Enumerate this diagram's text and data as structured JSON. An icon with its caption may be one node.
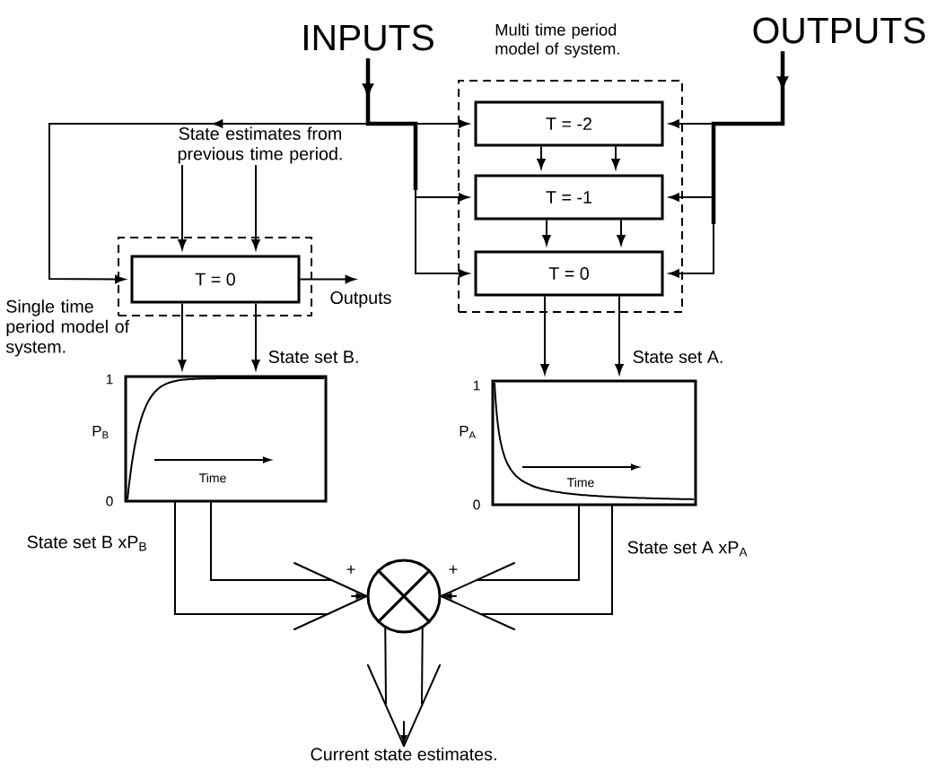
{
  "diagram": {
    "nodes": [
      {
        "text": [
          "INPUTS"
        ]
      },
      {
        "text": [
          "OUTPUTS"
        ]
      },
      {
        "text": [
          "Single time period model of system."
        ]
      },
      {
        "text": [
          "T = 0"
        ],
        "in": 2
      },
      {
        "text": [
          "Multi time period model of system."
        ]
      },
      {
        "text": [
          "T = -2"
        ],
        "in": 4
      },
      {
        "text": [
          "T = -1"
        ],
        "in": 4
      },
      {
        "text": [
          "T = 0"
        ],
        "in": 4
      },
      {
        "text": [
          "State estimates from previous time period."
        ]
      },
      {
        "text": [
          "Outputs"
        ]
      },
      {
        "text": [
          "1",
          "0",
          "P$_{B}$",
          "Time"
        ]
      },
      {
        "text": [
          "1",
          "0",
          "P$_{A}$",
          "Time"
        ]
      },
      {
        "text": [],
        "shape": "circle"
      },
      {
        "text": [
          "Current state estimates."
        ]
      }
    ],
    "edges": [
      {
        "from": 0,
        "to": 3,
        "arrow": "to"
      },
      {
        "from": 0,
        "to": 5,
        "arrow": "to"
      },
      {
        "from": 0,
        "to": 6,
        "arrow": "to"
      },
      {
        "from": 0,
        "to": 7,
        "arrow": "to"
      },
      {
        "from": 1,
        "to": 5,
        "arrow": "to"
      },
      {
        "from": 1,
        "to": 6,
        "arrow": "to"
      },
      {
        "from": 1,
        "to": 7,
        "arrow": "to"
      },
      {
        "from": 8,
        "to": 3,
        "arrow": "to"
      },
      {
        "from": 8,
        "to": 3,
        "arrow": "to"
      },
      {
        "from": 5,
        "to": 6,
        "arrow": "to"
      },
      {
        "from": 5,
        "to": 6,
        "arrow": "to"
      },
      {
        "from": 6,
        "to": 7,
        "arrow": "to"
      },
      {
        "from": 6,
        "to": 7,
        "arrow": "to"
      },
      {
        "from": 3,
        "to": 9,
        "arrow": "to"
      },
      {
        "from": 3,
        "to": 10,
        "arrow": "to"
      },
      {
        "from": 3,
        "to": 10,
        "arrow": "to",
        "label": "State set B."
      },
      {
        "from": 7,
        "to": 11,
        "arrow": "to"
      },
      {
        "from": 7,
        "to": 11,
        "arrow": "to",
        "label": "State set A."
      },
      {
        "from": 10,
        "to": 12,
        "arrow": "to",
        "label": "State set B xP$_{B}$"
      },
      {
        "from": 11,
        "to": 12,
        "arrow": "to",
        "label": "State set A xP$_{A}$"
      },
      {
        "from": 12,
        "to": 13,
        "arrow": "to"
      }
    ],
    "labels": [
      "+",
      "+"
    ]
  }
}
